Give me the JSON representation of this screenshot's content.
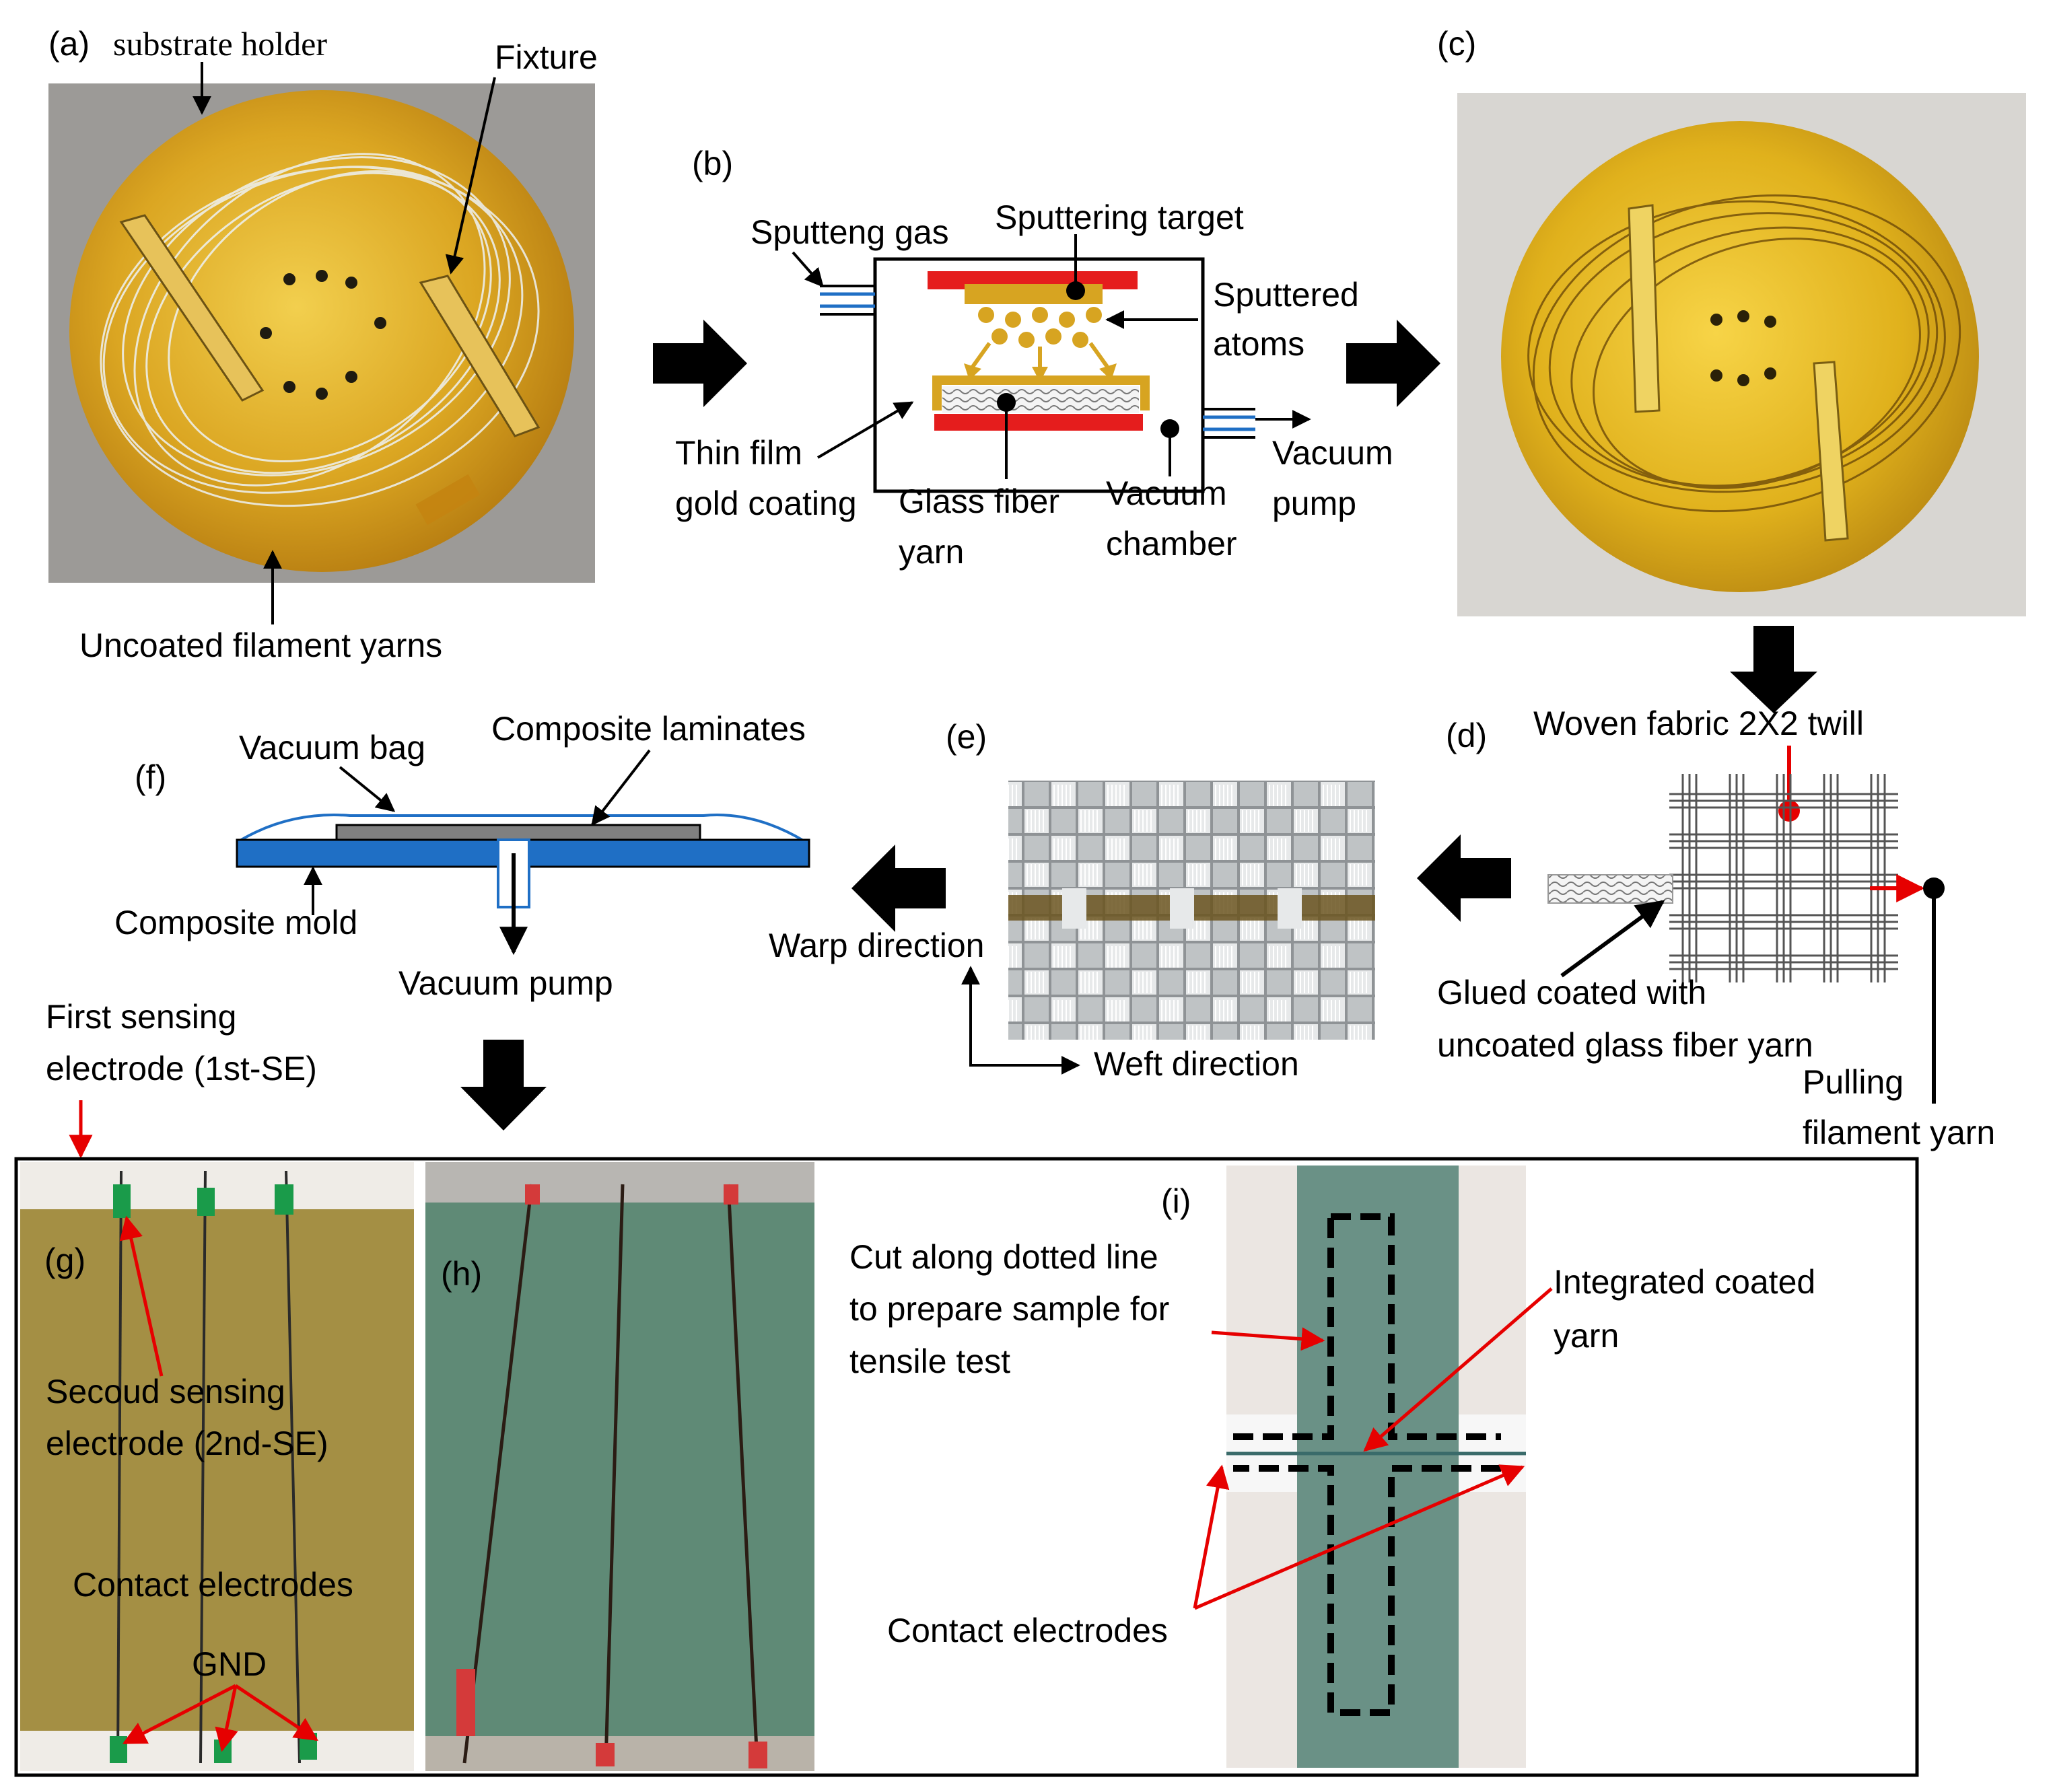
{
  "panels": {
    "a": {
      "letter": "(a)",
      "substrate_holder": "substrate holder",
      "fixture": "Fixture",
      "uncoated": "Uncoated filament yarns"
    },
    "b": {
      "letter": "(b)",
      "sputter_gas": "Sputteng gas",
      "target": "Sputtering target",
      "sputtered_1": "Sputtered",
      "sputtered_2": "atoms",
      "thin_film_1": "Thin film",
      "thin_film_2": "gold coating",
      "glass_1": "Glass fiber",
      "glass_2": "yarn",
      "chamber_1": "Vacuum",
      "chamber_2": "chamber",
      "pump_1": "Vacuum",
      "pump_2": "pump"
    },
    "c": {
      "letter": "(c)"
    },
    "d": {
      "letter": "(d)",
      "woven": "Woven fabric 2X2 twill",
      "glued_1": "Glued coated with",
      "glued_2": "uncoated glass fiber yarn",
      "pulling_1": "Pulling",
      "pulling_2": "filament yarn"
    },
    "e": {
      "letter": "(e)",
      "warp": "Warp direction",
      "weft": "Weft direction"
    },
    "f": {
      "letter": "(f)",
      "bag": "Vacuum bag",
      "laminates": "Composite laminates",
      "mold": "Composite  mold",
      "pump": "Vacuum pump"
    },
    "g": {
      "letter": "(g)",
      "first_1": "First sensing",
      "first_2": "electrode (1st-SE)",
      "second_1": "Secoud  sensing",
      "second_2": "electrode (2nd-SE)",
      "contact": "Contact electrodes",
      "gnd": "GND"
    },
    "h": {
      "letter": "(h)"
    },
    "i": {
      "letter": "(i)",
      "cut_1": "Cut along dotted line",
      "cut_2": "to prepare sample for",
      "cut_3": "tensile test",
      "integrated_1": "Integrated coated",
      "integrated_2": "yarn",
      "contact": "Contact electrodes"
    }
  },
  "colors": {
    "gold": "#d7a421",
    "gold_dark": "#a8780f",
    "red": "#e60000",
    "blue": "#1f6fc5",
    "green_panel": "#5f8a76",
    "arrow": "#000000"
  }
}
